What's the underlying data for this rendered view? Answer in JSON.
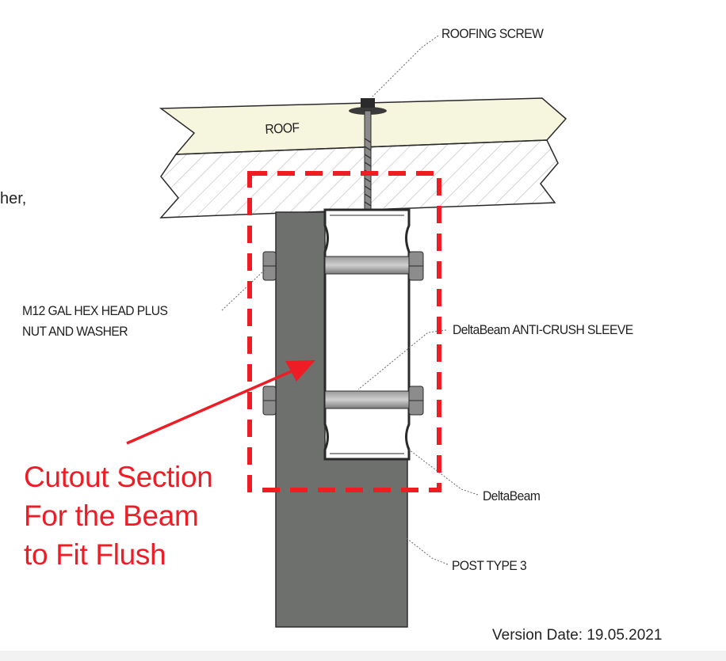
{
  "labels": {
    "fragment": "her,",
    "roofing_screw": "ROOFING SCREW",
    "roof": "ROOF",
    "bolt_line1": "M12 GAL HEX HEAD PLUS",
    "bolt_line2": "NUT AND WASHER",
    "sleeve": "DeltaBeam ANTI-CRUSH SLEEVE",
    "deltabeam": "DeltaBeam",
    "post": "POST TYPE 3",
    "cutout_line1": "Cutout Section",
    "cutout_line2": "For the Beam",
    "cutout_line3": "to Fit Flush",
    "version": "Version Date: 19.05.2021"
  },
  "colors": {
    "annotation": "#ee1c25",
    "post_fill": "#6e706e",
    "roof_fill": "#f6f5de",
    "line": "#2a2a2a"
  }
}
